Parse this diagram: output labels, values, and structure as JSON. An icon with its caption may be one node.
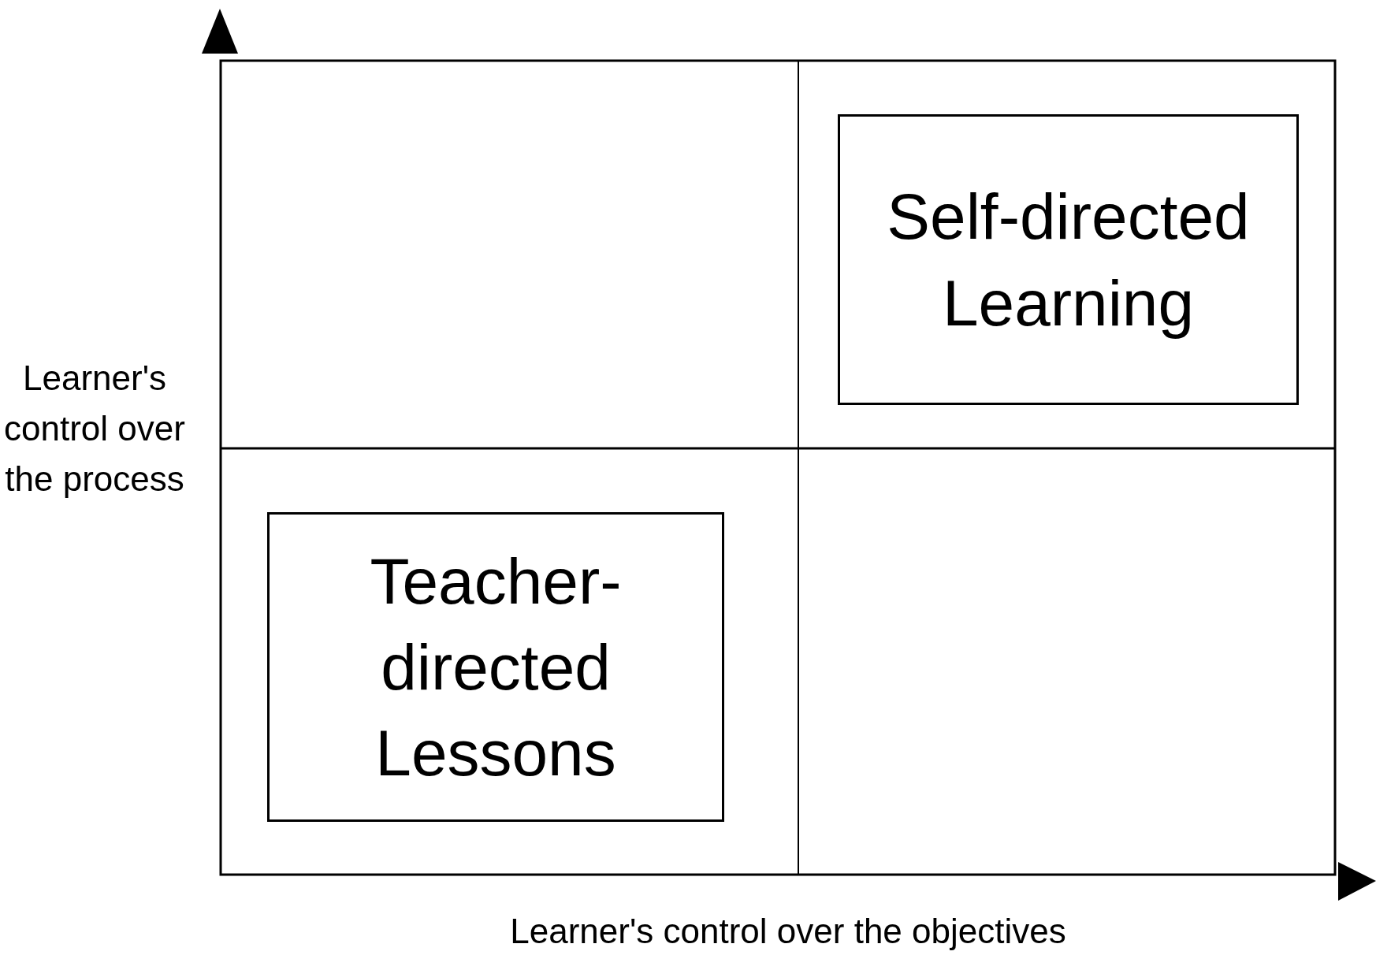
{
  "diagram": {
    "nodes": [
      {
        "text": [
          "Self-directed Learning"
        ]
      },
      {
        "text": [
          "Teacher-directed Lessons"
        ]
      }
    ],
    "labels": [
      "Learner's control over the process",
      "Learner's control over the objectives"
    ]
  }
}
